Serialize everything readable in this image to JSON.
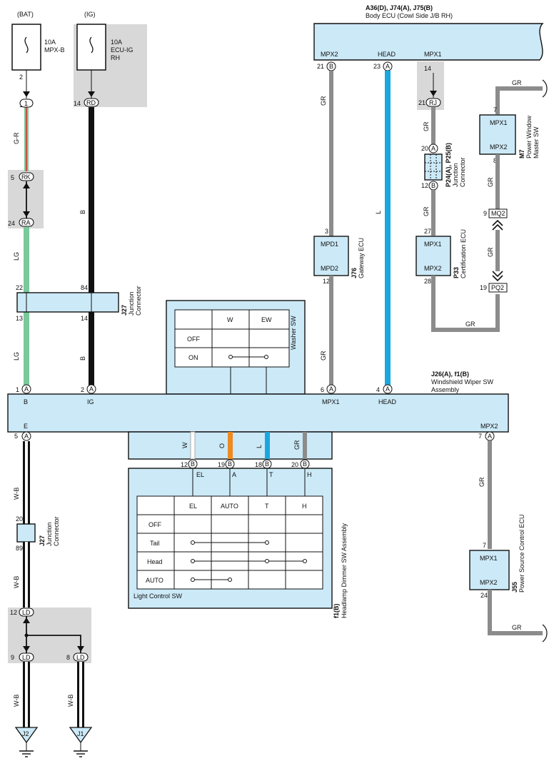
{
  "fuses": {
    "bat_label": "(BAT)",
    "bat_fuse_amp": "10A",
    "bat_fuse_name": "MPX-B",
    "bat_pin": "2",
    "ig_label": "(IG)",
    "ig_fuse_amp": "10A",
    "ig_fuse_name1": "ECU-IG",
    "ig_fuse_name2": "RH",
    "ig_pin": "14",
    "ig_connector": "RD"
  },
  "left_column": {
    "c1_pin": "1",
    "wire_gr": "G-R",
    "rk_pin": "5",
    "rk": "RK",
    "ra_pin": "24",
    "ra": "RA",
    "wire_lg": "LG",
    "wire_b": "B"
  },
  "j27_top": {
    "pin_a": "22",
    "pin_b": "84",
    "pin_c": "13",
    "pin_d": "14",
    "code": "J27",
    "name1": "Junction",
    "name2": "Connector"
  },
  "body_ecu": {
    "code": "A36(D), J74(A), J75(B)",
    "name": "Body ECU (Cowl Side J/B RH)",
    "t_mpx2": "MPX2",
    "t_head": "HEAD",
    "t_mpx1": "MPX1",
    "p_mpx2": "21",
    "p_head": "23",
    "p_mpx1": "14",
    "c_a": "A",
    "c_b": "B"
  },
  "rj": {
    "pin": "21",
    "label": "RJ"
  },
  "wires": {
    "gr": "GR",
    "l": "L",
    "b": "B",
    "w": "W",
    "o": "O",
    "wb": "W-B"
  },
  "j76": {
    "code": "J76",
    "name": "Gateway ECU",
    "t1": "MPD1",
    "t2": "MPD2",
    "p1": "3",
    "p2": "12"
  },
  "p24": {
    "code": "P24(A), P25(B)",
    "name1": "Junction",
    "name2": "Connector",
    "p_top": "20",
    "p_bot": "12",
    "c_a": "A",
    "c_b": "B"
  },
  "p33": {
    "code": "P33",
    "name": "Certification ECU",
    "t1": "MPX1",
    "t2": "MPX2",
    "p1": "27",
    "p2": "28"
  },
  "m7": {
    "code": "M7",
    "name1": "Power Window",
    "name2": "Master SW",
    "t1": "MPX1",
    "t2": "MPX2",
    "p1": "7",
    "p2": "8"
  },
  "mq": {
    "pin": "9",
    "label": "MQ2"
  },
  "pq": {
    "pin": "19",
    "label": "PQ2"
  },
  "washer": {
    "title": "Washer SW",
    "col_w": "W",
    "col_ew": "EW",
    "row_off": "OFF",
    "row_on": "ON"
  },
  "wiper_sw": {
    "code": "J26(A), f1(B)",
    "name1": "Windshield Wiper SW",
    "name2": "Assembly",
    "p_b": "1",
    "t_b": "B",
    "p_ig": "2",
    "t_ig": "IG",
    "p_mpx1": "6",
    "t_mpx1": "MPX1",
    "p_head": "4",
    "t_head": "HEAD",
    "p_e": "5",
    "t_e": "E",
    "p_mpx2": "7",
    "t_mpx2": "MPX2"
  },
  "dimmer": {
    "code": "f1(B)",
    "name": "Headlamp Dimmer SW Assembly",
    "p_el": "12",
    "p_a": "19",
    "p_t": "18",
    "p_h": "20",
    "t_el": "EL",
    "t_a": "A",
    "t_t": "T",
    "t_h": "H",
    "table_title": "Light Control SW",
    "col_el": "EL",
    "col_auto": "AUTO",
    "col_t": "T",
    "col_h": "H",
    "row_off": "OFF",
    "row_tail": "Tail",
    "row_head": "Head",
    "row_auto": "AUTO"
  },
  "j27_bottom": {
    "code": "J27",
    "name1": "Junction",
    "name2": "Connector",
    "p_top": "20",
    "p_bot": "89"
  },
  "ld": {
    "label": "LD",
    "p_top": "12",
    "p_left": "9",
    "p_right": "8"
  },
  "grounds": {
    "j2": "J2",
    "j1": "J1"
  },
  "j55": {
    "code": "J55",
    "name": "Power Source Control ECU",
    "t1": "MPX1",
    "t2": "MPX2",
    "p1": "7",
    "p2": "24"
  },
  "colors": {
    "ecu_fill": "#cce9f7",
    "wire_black": "#111111",
    "wire_gray": "#8c8c8c",
    "wire_blue": "#1aa7e0",
    "wire_green": "#79c99a",
    "wire_orange": "#ee8a1f",
    "shade": "#d8d8d8"
  }
}
